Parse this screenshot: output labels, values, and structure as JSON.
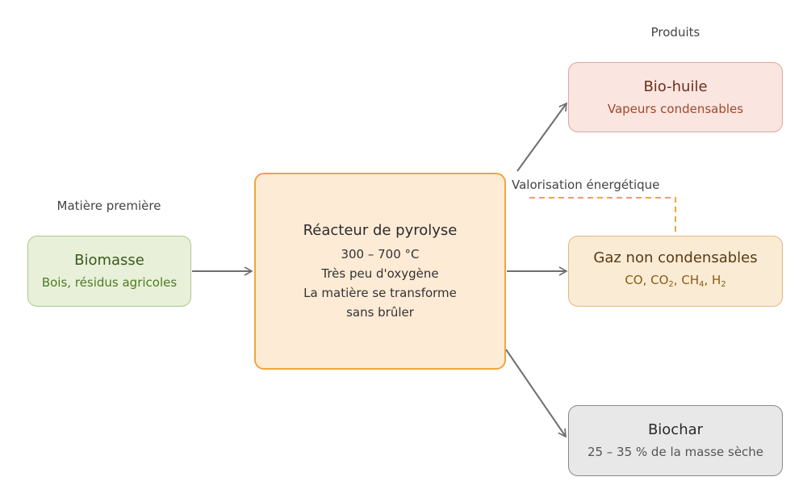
{
  "labels": {
    "input_header": "Matière première",
    "output_header": "Produits",
    "recycle": "Valorisation énergétique"
  },
  "nodes": {
    "biomass": {
      "title": "Biomasse",
      "subtitle": "Bois, résidus agricoles",
      "color": "#e8f0d9"
    },
    "reactor": {
      "title": "Réacteur de pyrolyse",
      "lines": [
        "300 – 700 °C",
        "Très peu d'oxygène",
        "La matière se transforme",
        "sans brûler"
      ],
      "color": "#fdebd6"
    },
    "biooil": {
      "title": "Bio-huile",
      "subtitle": "Vapeurs condensables",
      "color": "#fbe5e0"
    },
    "gas": {
      "title": "Gaz non condensables",
      "species": [
        {
          "base": "CO",
          "sub": ""
        },
        {
          "base": "CO",
          "sub": "2"
        },
        {
          "base": "CH",
          "sub": "4"
        },
        {
          "base": "H",
          "sub": "2"
        }
      ],
      "color": "#faebd4"
    },
    "biochar": {
      "title": "Biochar",
      "subtitle": "25 – 35 % de la masse sèche",
      "color": "#e8e8e8"
    }
  },
  "edges": [
    {
      "from": "biomass",
      "to": "reactor",
      "style": "solid"
    },
    {
      "from": "reactor",
      "to": "biooil",
      "style": "solid"
    },
    {
      "from": "reactor",
      "to": "gas",
      "style": "solid"
    },
    {
      "from": "reactor",
      "to": "biochar",
      "style": "solid"
    },
    {
      "from": "gas",
      "to": "reactor",
      "style": "dashed",
      "label": "Valorisation énergétique"
    }
  ]
}
